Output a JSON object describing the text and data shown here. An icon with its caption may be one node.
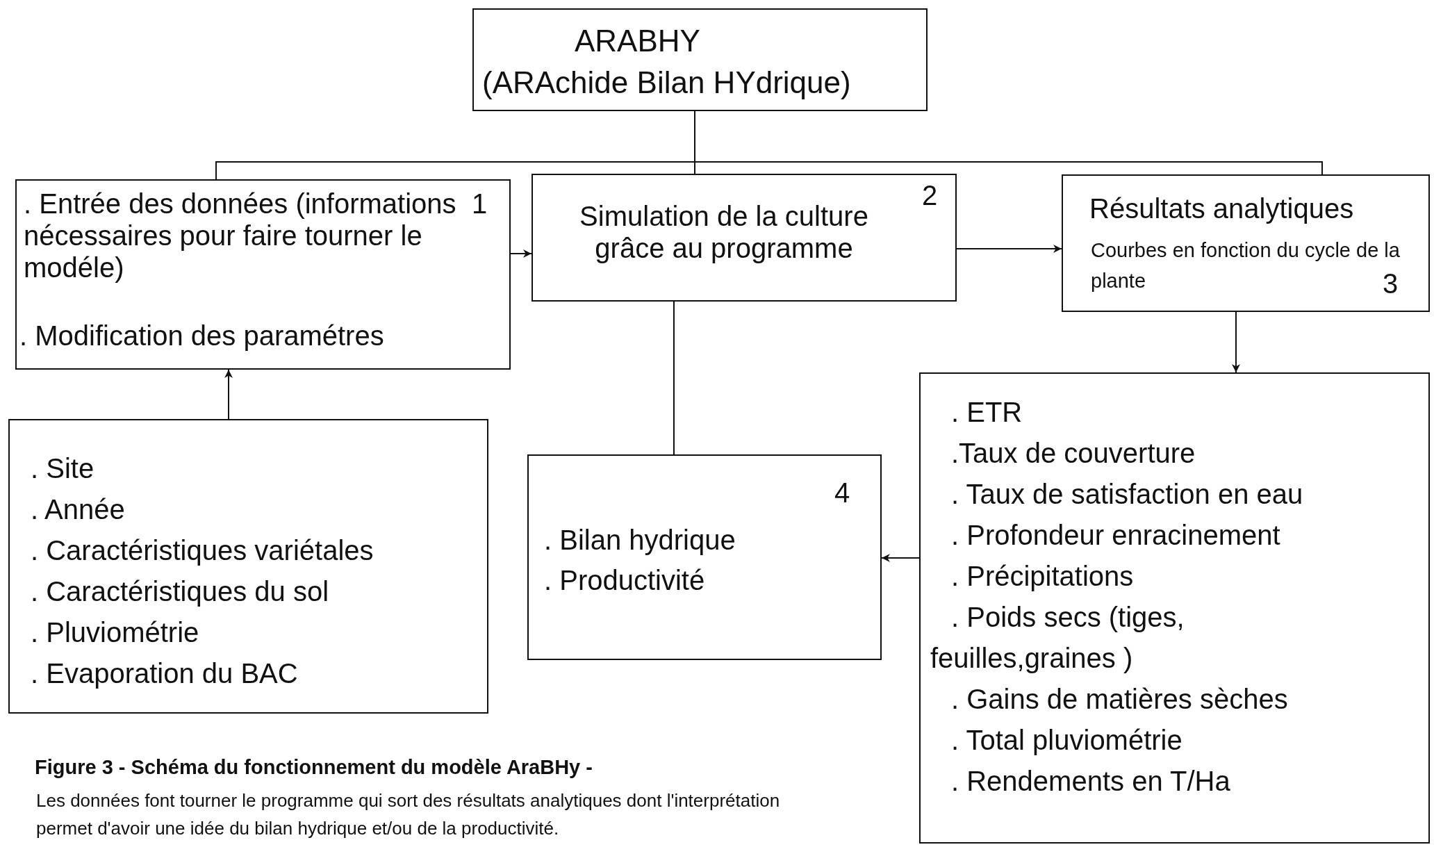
{
  "diagram": {
    "title": "Figure 3 - Schéma du fonctionnement du modèle AraBHy -",
    "caption": "Les données font tourner le programme qui sort des résultats analytiques dont l'interprétation permet d'avoir une idée du bilan hydrique et/ou de la productivité.",
    "nodes": [
      {
        "text": [
          "ARABHY",
          "(ARAchide Bilan HYdrique)"
        ]
      },
      {
        "text": [
          ". Entrée des données (informations nécessaires pour faire tourner le modéle)",
          ". Modification des paramétres",
          "1"
        ]
      },
      {
        "text": [
          "Simulation de la  culture grâce au programme",
          "2"
        ]
      },
      {
        "text": [
          "Résultats analytiques",
          "Courbes en fonction du cycle de la plante",
          "3"
        ]
      },
      {
        "text": [
          ". Site",
          ". Année",
          ". Caractéristiques variétales",
          ". Caractéristiques du sol",
          ". Pluviométrie",
          ". Evaporation du BAC"
        ]
      },
      {
        "text": [
          "4",
          ". Bilan hydrique",
          ". Productivité"
        ]
      },
      {
        "text": [
          ". ETR",
          ".Taux de couverture",
          ". Taux de satisfaction en eau",
          ". Profondeur enracinement",
          ". Précipitations",
          ". Poids secs (tiges, feuilles,graines )",
          ". Gains de matières sèches",
          ". Total pluviométrie",
          ". Rendements en T/Ha"
        ]
      }
    ],
    "edges": [
      {
        "from": 0,
        "to": 1,
        "arrow": "none"
      },
      {
        "from": 0,
        "to": 2,
        "arrow": "none"
      },
      {
        "from": 0,
        "to": 3,
        "arrow": "none"
      },
      {
        "from": 1,
        "to": 2,
        "arrow": "to"
      },
      {
        "from": 2,
        "to": 3,
        "arrow": "to"
      },
      {
        "from": 3,
        "to": 6,
        "arrow": "to"
      },
      {
        "from": 6,
        "to": 5,
        "arrow": "to"
      },
      {
        "from": 2,
        "to": 5,
        "arrow": "none"
      },
      {
        "from": 4,
        "to": 1,
        "arrow": "to"
      }
    ]
  }
}
